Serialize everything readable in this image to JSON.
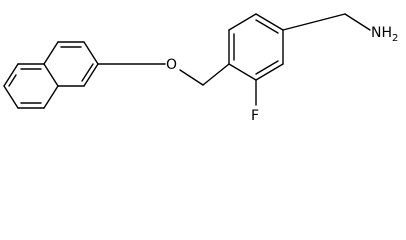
{
  "molecule": {
    "atoms": {
      "oxygen": "O",
      "fluorine": "F",
      "amine": "NH2"
    },
    "colors": {
      "bond": "#000000",
      "label": "#000000",
      "background": "#ffffff"
    }
  }
}
